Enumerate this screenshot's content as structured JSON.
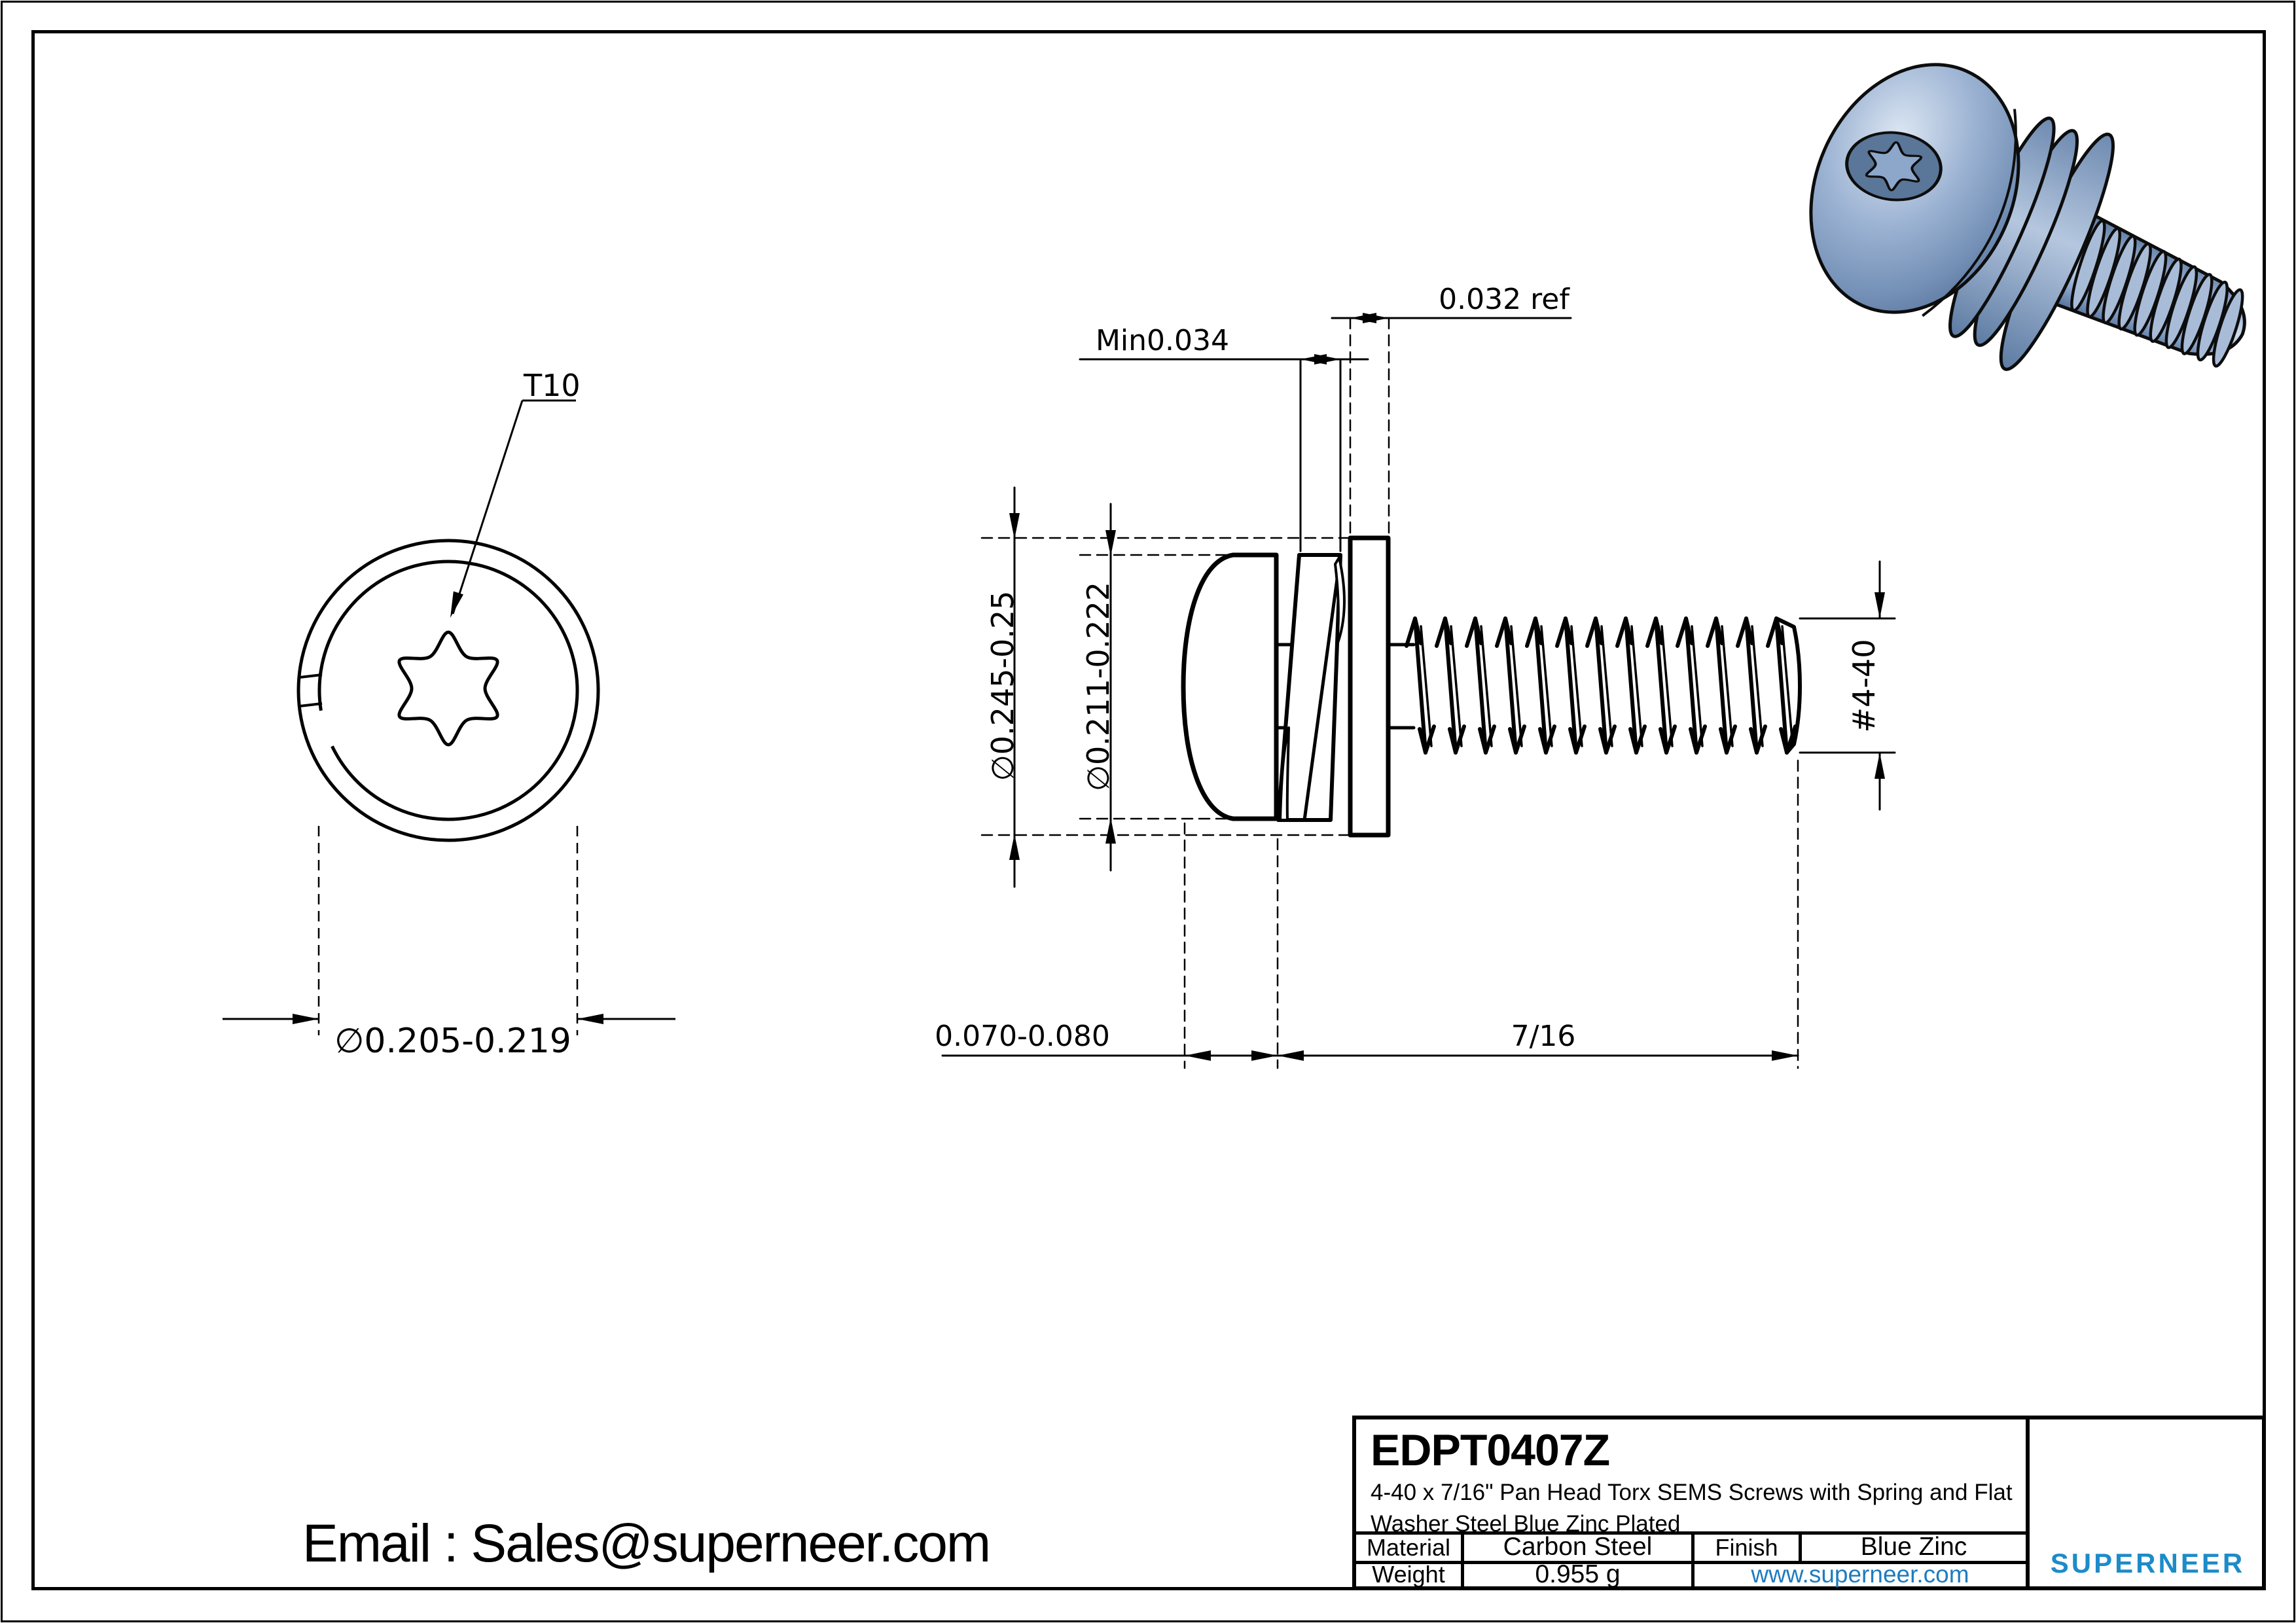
{
  "front_view": {
    "drive_label": "T10",
    "diameter_label": "∅0.205-0.219"
  },
  "side_view": {
    "spring_min_label": "Min0.034",
    "washer_ref_label": "0.032 ref",
    "washer_od_label": "∅0.245-0.25",
    "head_od_label": "∅0.211-0.222",
    "head_height_label": "0.070-0.080",
    "thread_length_label": "7/16",
    "thread_size_label": "#4-40"
  },
  "contact": {
    "email_line": "Email : Sales@superneer.com"
  },
  "title_block": {
    "part_number": "EDPT0407Z",
    "description_line1": "4-40 x 7/16\" Pan Head Torx SEMS Screws with Spring and Flat",
    "description_line2": "Washer Steel Blue Zinc Plated",
    "material_label": "Material",
    "material_value": "Carbon Steel",
    "finish_label": "Finish",
    "finish_value": "Blue Zinc",
    "weight_label": "Weight",
    "weight_value": "0.955 g",
    "website": "www.superneer.com",
    "brand": "SUPERNEER"
  },
  "colors": {
    "brand_blue": "#1d8bc9",
    "link_blue": "#1e7cc0",
    "screw_body_blue": "#8ca7ca"
  }
}
